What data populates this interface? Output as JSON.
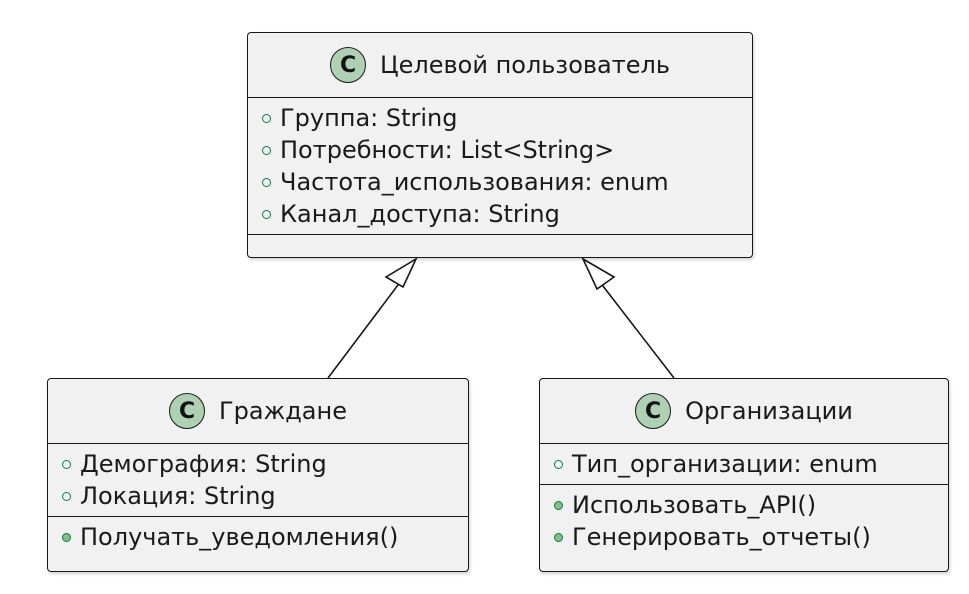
{
  "diagram": {
    "classes": [
      {
        "id": "target_user",
        "stereotype": "C",
        "name": "Целевой пользователь",
        "fields": [
          "Группа: String",
          "Потребности: List<String>",
          "Частота_использования: enum",
          "Канал_доступа: String"
        ],
        "methods": []
      },
      {
        "id": "citizens",
        "stereotype": "C",
        "name": "Граждане",
        "fields": [
          "Демография: String",
          "Локация: String"
        ],
        "methods": [
          "Получать_уведомления()"
        ]
      },
      {
        "id": "organizations",
        "stereotype": "C",
        "name": "Организации",
        "fields": [
          "Тип_организации: enum"
        ],
        "methods": [
          "Использовать_API()",
          "Генерировать_отчеты()"
        ]
      }
    ],
    "relations": [
      {
        "type": "inheritance",
        "from": "citizens",
        "to": "target_user"
      },
      {
        "type": "inheritance",
        "from": "organizations",
        "to": "target_user"
      }
    ],
    "colors": {
      "box_fill": "#f1f1f1",
      "border": "#181818",
      "stereotype_circle": "#add1b2",
      "visibility_public": "#038048",
      "method_marker_fill": "#84be84"
    }
  }
}
